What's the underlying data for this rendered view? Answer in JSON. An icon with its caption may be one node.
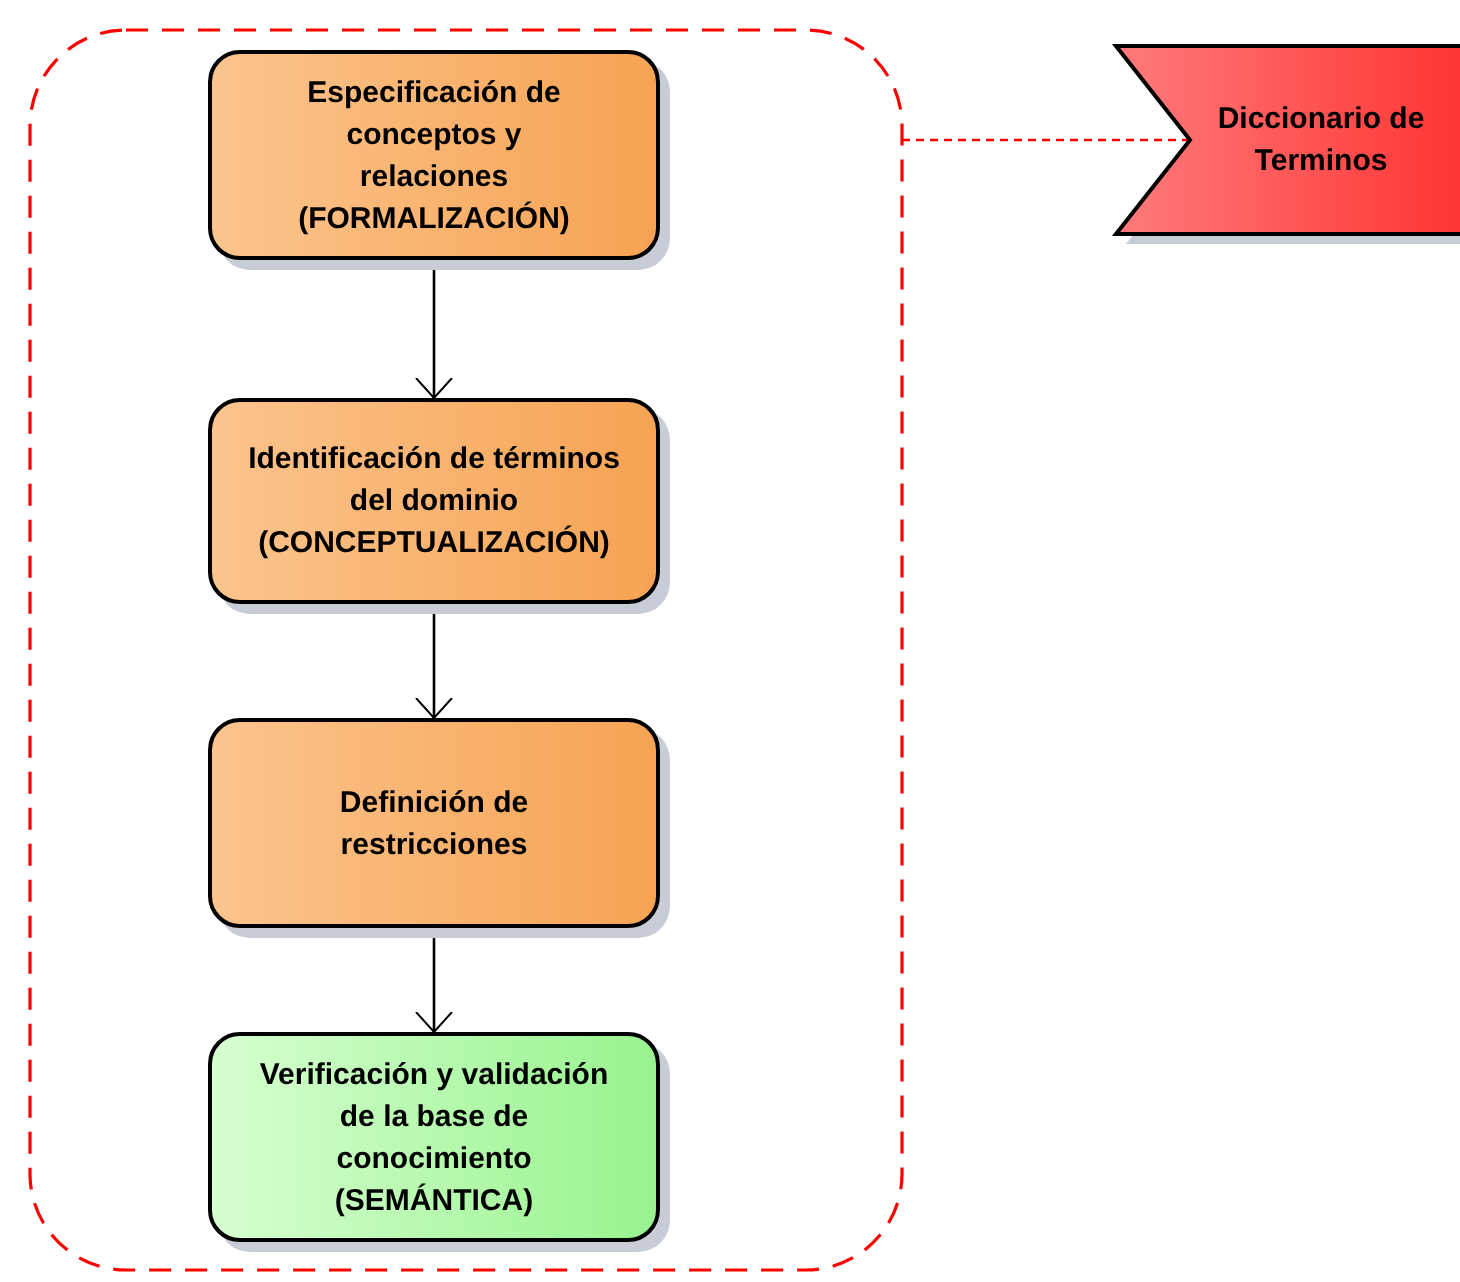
{
  "diagram": {
    "nodes": [
      {
        "text": [],
        "shape": "box"
      },
      {
        "text": [
          "Especificación de conceptos y relaciones (FORMALIZACIÓN)"
        ],
        "in": 0
      },
      {
        "text": [
          "Identificación de términos del dominio (CONCEPTUALIZACIÓN)"
        ],
        "in": 0
      },
      {
        "text": [
          "Definición de restricciones"
        ],
        "in": 0
      },
      {
        "text": [
          "Verificación y validación de la base de conocimiento (SEMÁNTICA)"
        ],
        "in": 0
      },
      {
        "text": [
          "Diccionario de Terminos"
        ]
      }
    ],
    "edges": [
      {
        "from": 1,
        "to": 2,
        "arrow": "to"
      },
      {
        "from": 2,
        "to": 3,
        "arrow": "to"
      },
      {
        "from": 3,
        "to": 4,
        "arrow": "to"
      },
      {
        "from": 0,
        "to": 5,
        "arrow": "none",
        "style": "dashed",
        "color": "#ff0000"
      }
    ]
  }
}
